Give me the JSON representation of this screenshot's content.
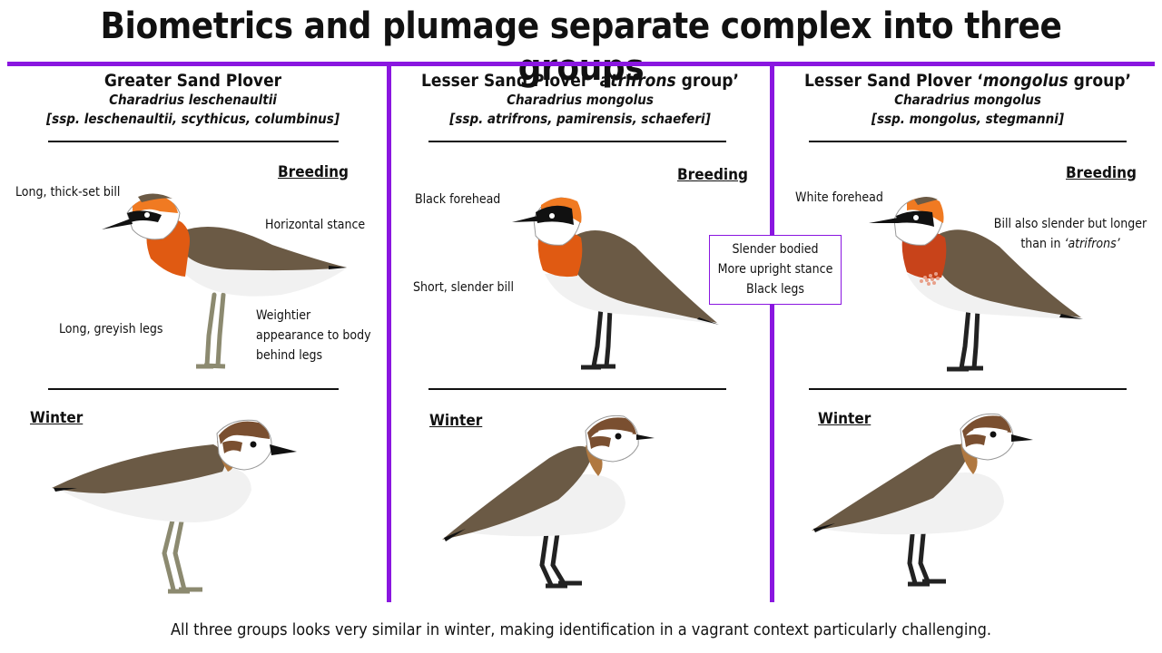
{
  "title": "Biometrics and plumage separate complex into three groups",
  "columns": [
    {
      "heading": "Greater Sand Plover",
      "scientific": "Charadrius leschenaultii",
      "ssp": "[ssp. leschenaultii, scythicus, columbinus]",
      "breeding_label": "Breeding",
      "winter_label": "Winter",
      "annotations": {
        "bill": "Long, thick-set bill",
        "stance": "Horizontal stance",
        "legs": "Long, greyish legs",
        "weight_1": "Weightier",
        "weight_2": "appearance to body",
        "weight_3": "behind legs"
      }
    },
    {
      "heading_pre": "Lesser Sand Plover ‘",
      "heading_group": "atrifrons",
      "heading_post": " group’",
      "scientific": "Charadrius mongolus",
      "ssp": "[ssp. atrifrons, pamirensis, schaeferi]",
      "breeding_label": "Breeding",
      "winter_label": "Winter",
      "annotations": {
        "forehead": "Black forehead",
        "bill": "Short, slender bill"
      }
    },
    {
      "heading_pre": "Lesser Sand Plover ‘",
      "heading_group": "mongolus",
      "heading_post": " group’",
      "scientific": "Charadrius mongolus",
      "ssp": "[ssp. mongolus, stegmanni]",
      "breeding_label": "Breeding",
      "winter_label": "Winter",
      "annotations": {
        "forehead": "White forehead",
        "bill_1": "Bill also slender but longer",
        "bill_2": "than in ",
        "bill_2_italic": "‘atrifrons’"
      }
    }
  ],
  "lesser_box": {
    "line1": "Slender bodied",
    "line2": "More upright stance",
    "line3": "Black legs"
  },
  "footer": "All three groups looks very similar in winter, making identification in a vagrant context particularly challenging.",
  "colors": {
    "divider": "#8a16e0",
    "upperparts": "#6b5a45",
    "breast_orange": "#e05a12",
    "cap_orange": "#f07a22",
    "winter_cap": "#7a4f30",
    "greater_legs": "#8c8a70",
    "lesser_legs": "#222222",
    "belly": "#f1f1f1"
  }
}
